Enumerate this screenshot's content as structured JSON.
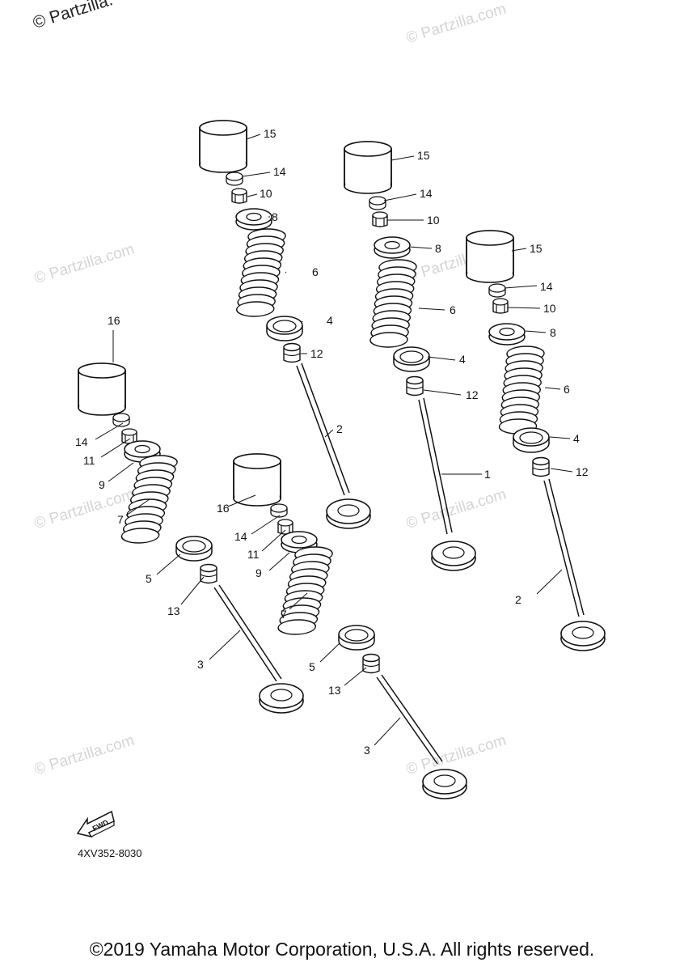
{
  "watermark": {
    "top_left": "© Partzilla.",
    "repeat": "© Partzilla.com"
  },
  "callouts": {
    "c1": "1",
    "c2": "2",
    "c3": "3",
    "c4": "4",
    "c5": "5",
    "c6": "6",
    "c7": "7",
    "c8": "8",
    "c9": "9",
    "c10": "10",
    "c11": "11",
    "c12": "12",
    "c13": "13",
    "c14": "14",
    "c15": "15",
    "c16": "16"
  },
  "fwd_label": "FWD",
  "drawing_number": "4XV352-8030",
  "copyright": "©2019 Yamaha Motor Corporation, U.S.A. All rights reserved."
}
